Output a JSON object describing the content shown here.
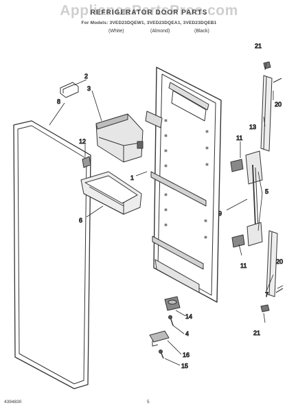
{
  "header": {
    "watermark": "AppliancePartsPros.com",
    "title": "REFRIGERATOR DOOR PARTS",
    "models": "For Models: 3VED23DQEW1, 3VED23DQEA1, 3VED23DQEB1",
    "color_white": "(White)",
    "color_almond": "(Almond)",
    "color_black": "(Black)"
  },
  "callouts": {
    "c1": "1",
    "c2": "2",
    "c3": "3",
    "c4": "4",
    "c5": "5",
    "c6": "6",
    "c7": "7",
    "c8": "8",
    "c9": "9",
    "c11a": "11",
    "c11b": "11",
    "c12": "12",
    "c13": "13",
    "c14": "14",
    "c15": "15",
    "c16": "16",
    "c20a": "20",
    "c20b": "20",
    "c21a": "21",
    "c21b": "21"
  },
  "footer": {
    "figure_code": "4394830",
    "page_number": "5"
  }
}
